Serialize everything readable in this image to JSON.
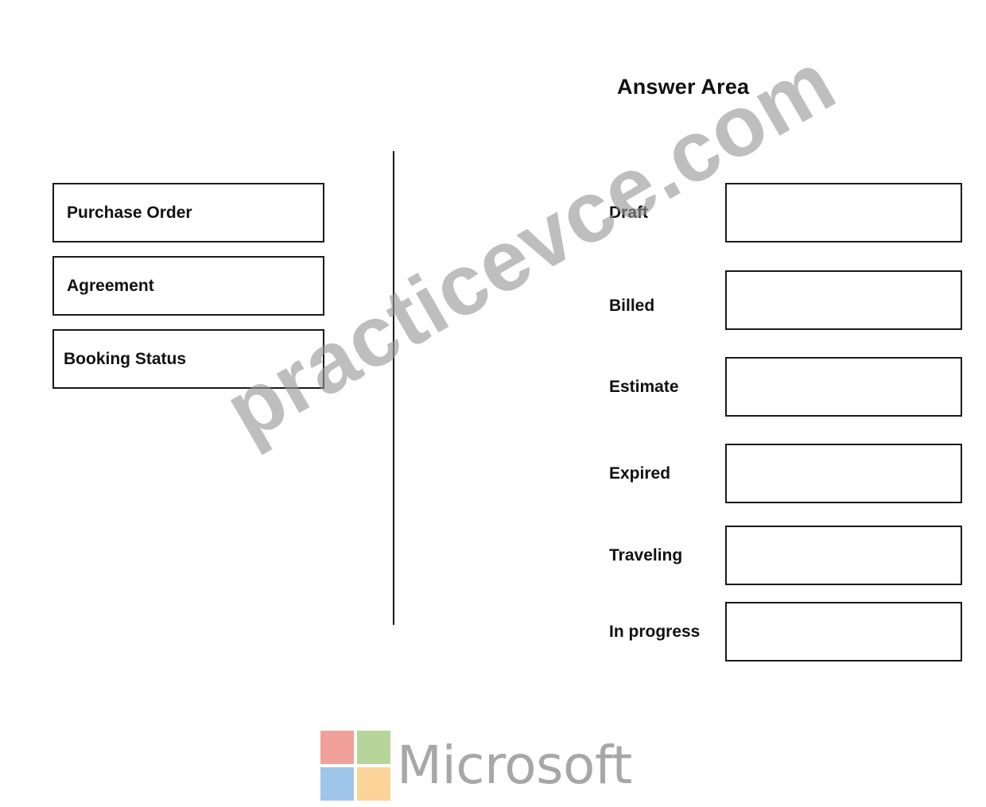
{
  "answer_area": {
    "title": "Answer Area"
  },
  "choices": [
    {
      "label": "Purchase Order"
    },
    {
      "label": "Agreement"
    },
    {
      "label": "Booking Status"
    }
  ],
  "answer_rows": [
    {
      "label": "Draft",
      "value": ""
    },
    {
      "label": "Billed",
      "value": ""
    },
    {
      "label": "Estimate",
      "value": ""
    },
    {
      "label": "Expired",
      "value": ""
    },
    {
      "label": "Traveling",
      "value": ""
    },
    {
      "label": "In progress",
      "value": ""
    }
  ],
  "watermark": {
    "text": "practicevce.com"
  },
  "logo": {
    "wordmark": "Microsoft",
    "colors": {
      "red": "#f0a29a",
      "green": "#b5d59a",
      "blue": "#9fc5e8",
      "yellow": "#fbd49a"
    }
  }
}
